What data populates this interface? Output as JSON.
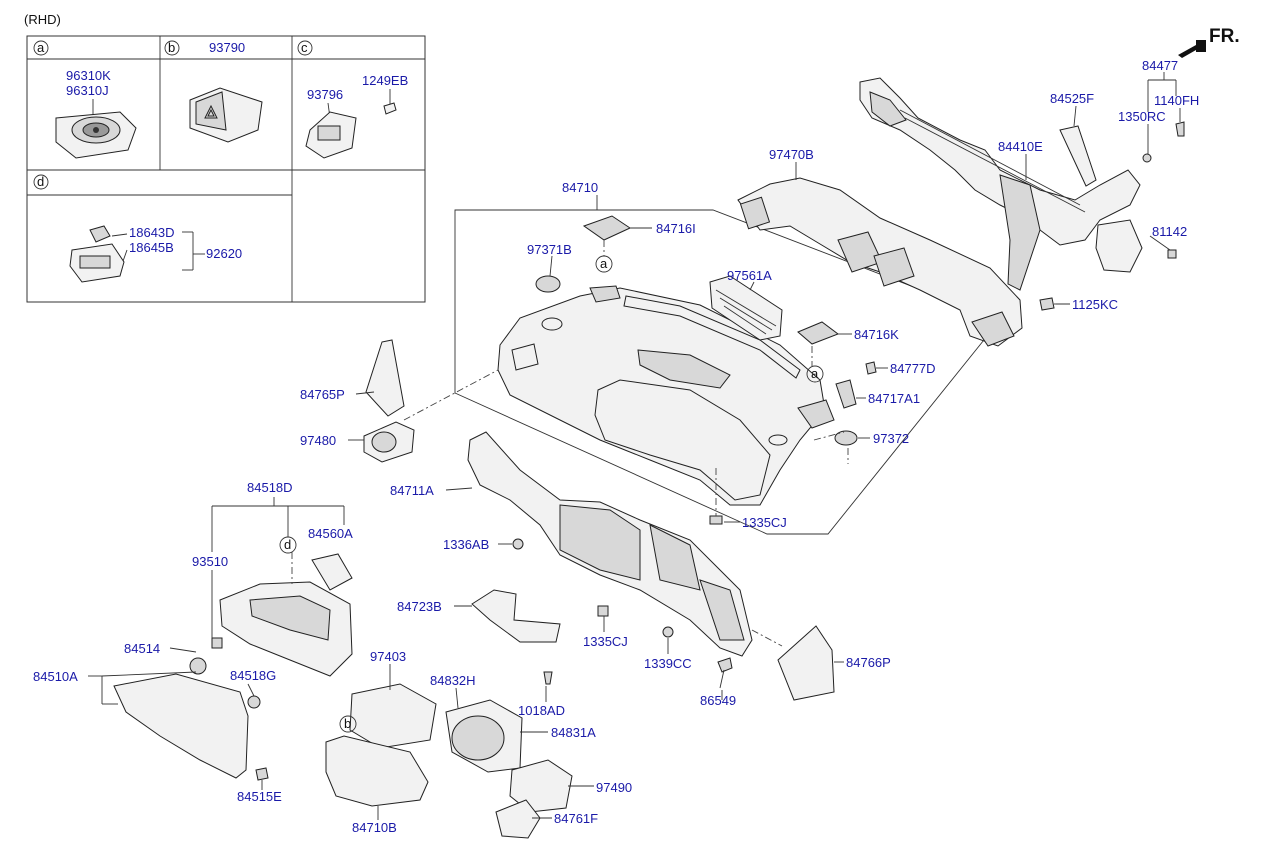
{
  "header": {
    "variant": "(RHD)",
    "direction": "FR."
  },
  "insets": {
    "a": {
      "key": "a",
      "parts": [
        "96310K",
        "96310J"
      ]
    },
    "b": {
      "key": "b",
      "part": "93790"
    },
    "c": {
      "key": "c",
      "parts": [
        "93796",
        "1249EB"
      ]
    },
    "d": {
      "key": "d",
      "parts": [
        "18643D",
        "18645B",
        "92620"
      ]
    }
  },
  "callouts": {
    "a1": "a",
    "a2": "a",
    "b": "b",
    "d": "d"
  },
  "labels": [
    {
      "id": "84477",
      "text": "84477"
    },
    {
      "id": "1140FH",
      "text": "1140FH"
    },
    {
      "id": "84525F",
      "text": "84525F"
    },
    {
      "id": "1350RC",
      "text": "1350RC"
    },
    {
      "id": "84410E",
      "text": "84410E"
    },
    {
      "id": "97470B",
      "text": "97470B"
    },
    {
      "id": "84710",
      "text": "84710"
    },
    {
      "id": "84716I",
      "text": "84716I"
    },
    {
      "id": "97371B",
      "text": "97371B"
    },
    {
      "id": "81142",
      "text": "81142"
    },
    {
      "id": "97561A",
      "text": "97561A"
    },
    {
      "id": "1125KC",
      "text": "1125KC"
    },
    {
      "id": "84716K",
      "text": "84716K"
    },
    {
      "id": "84777D",
      "text": "84777D"
    },
    {
      "id": "84765P",
      "text": "84765P"
    },
    {
      "id": "84717A1",
      "text": "84717A1"
    },
    {
      "id": "97480",
      "text": "97480"
    },
    {
      "id": "97372",
      "text": "97372"
    },
    {
      "id": "84711A",
      "text": "84711A"
    },
    {
      "id": "84518D",
      "text": "84518D"
    },
    {
      "id": "1335CJ_top",
      "text": "1335CJ"
    },
    {
      "id": "84560A",
      "text": "84560A"
    },
    {
      "id": "1336AB",
      "text": "1336AB"
    },
    {
      "id": "93510",
      "text": "93510"
    },
    {
      "id": "84723B",
      "text": "84723B"
    },
    {
      "id": "1335CJ_bot",
      "text": "1335CJ"
    },
    {
      "id": "84514",
      "text": "84514"
    },
    {
      "id": "1339CC",
      "text": "1339CC"
    },
    {
      "id": "84766P",
      "text": "84766P"
    },
    {
      "id": "84510A",
      "text": "84510A"
    },
    {
      "id": "97403",
      "text": "97403"
    },
    {
      "id": "84518G",
      "text": "84518G"
    },
    {
      "id": "84832H",
      "text": "84832H"
    },
    {
      "id": "86549",
      "text": "86549"
    },
    {
      "id": "1018AD",
      "text": "1018AD"
    },
    {
      "id": "84831A",
      "text": "84831A"
    },
    {
      "id": "97490",
      "text": "97490"
    },
    {
      "id": "84515E",
      "text": "84515E"
    },
    {
      "id": "84761F",
      "text": "84761F"
    },
    {
      "id": "84710B",
      "text": "84710B"
    }
  ]
}
